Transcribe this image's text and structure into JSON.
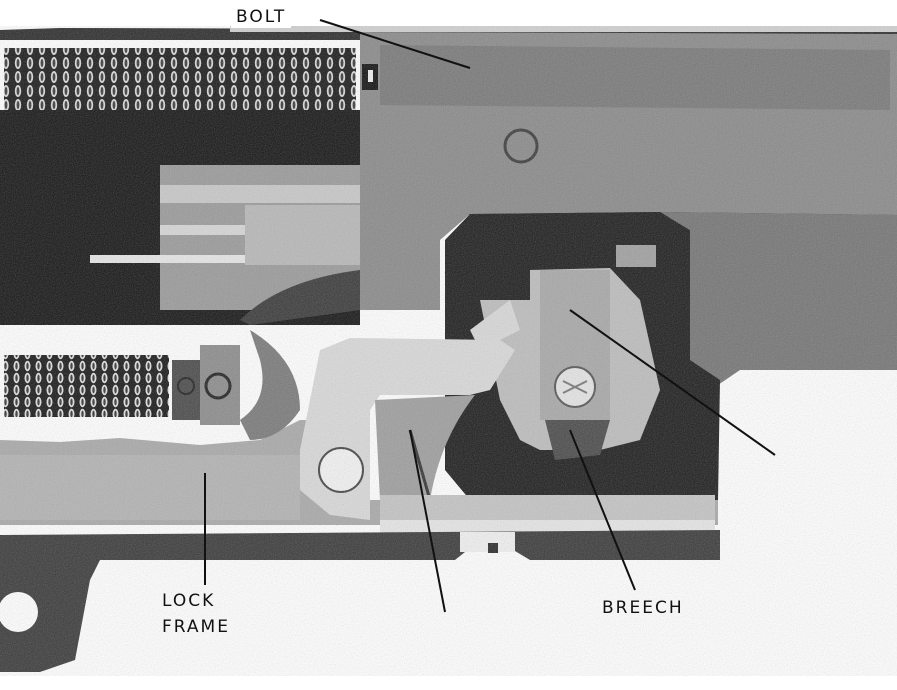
{
  "labels": {
    "bolt": "BOLT",
    "lock_frame_line1": "LOCK",
    "lock_frame_line2": "FRAME",
    "breech": "BREECH"
  }
}
